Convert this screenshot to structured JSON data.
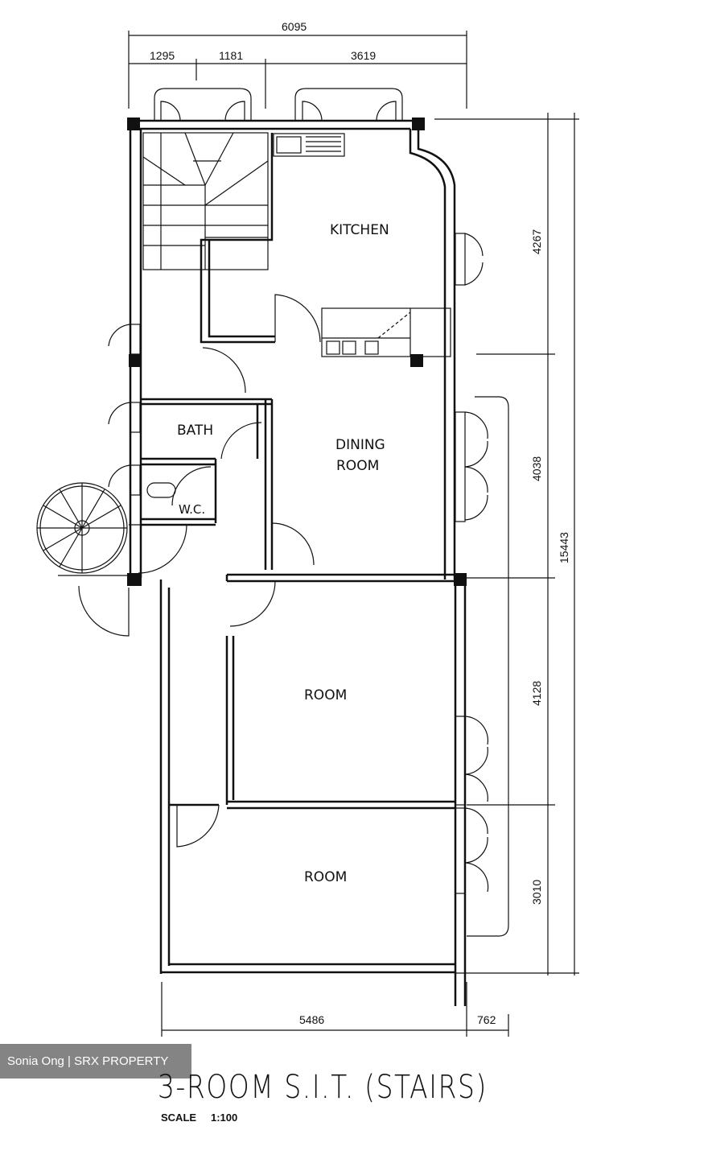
{
  "dimensions": {
    "overall_width": "6095",
    "seg_a": "1295",
    "seg_b": "1181",
    "seg_c": "3619",
    "overall_height": "15443",
    "kitchen_h": "4267",
    "dining_h": "4038",
    "room1_h": "4128",
    "room2_h": "3010",
    "bottom_width": "5486",
    "bottom_extra": "762"
  },
  "rooms": {
    "kitchen": "KITCHEN",
    "bath": "BATH",
    "dining_line1": "DINING",
    "dining_line2": "ROOM",
    "wc": "W.C.",
    "room1": "ROOM",
    "room2": "ROOM"
  },
  "watermark": "Sonia Ong | SRX PROPERTY",
  "title": "3-ROOM S.I.T. (STAIRS)",
  "scale_label": "SCALE",
  "scale_value": "1:100"
}
